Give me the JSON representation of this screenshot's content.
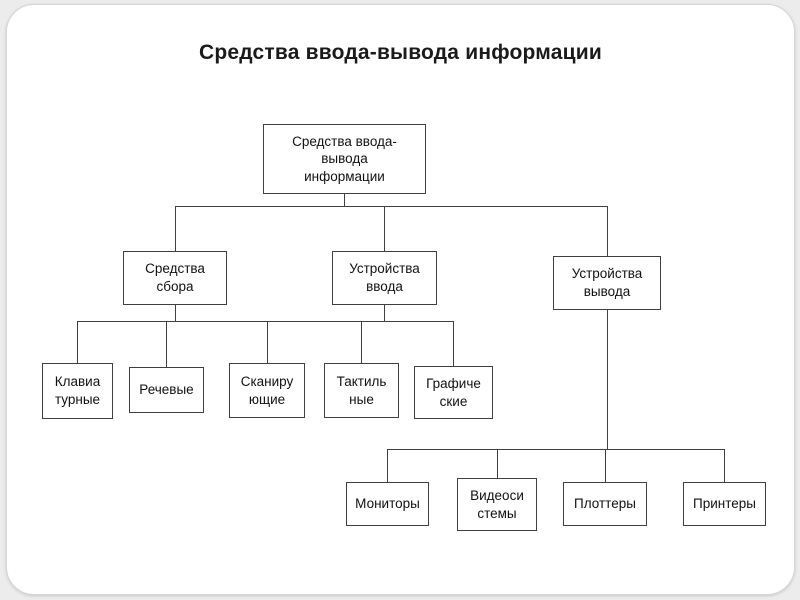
{
  "title": "Средства ввода-вывода информации",
  "diagram": {
    "root": {
      "label": "Средства ввода-\nвывода\nинформации"
    },
    "level2": [
      {
        "id": "collection-means",
        "label": "Средства\nсбора"
      },
      {
        "id": "input-devices",
        "label": "Устройства\nввода"
      },
      {
        "id": "output-devices",
        "label": "Устройства\nвывода"
      }
    ],
    "input_types": [
      {
        "id": "keyboard",
        "label": "Клавиа\nтурные"
      },
      {
        "id": "speech",
        "label": "Речевые"
      },
      {
        "id": "scanning",
        "label": "Сканиру\nющие"
      },
      {
        "id": "tactile",
        "label": "Тактиль\nные"
      },
      {
        "id": "graphic",
        "label": "Графиче\nские"
      }
    ],
    "output_types": [
      {
        "id": "monitors",
        "label": "Мониторы"
      },
      {
        "id": "video-systems",
        "label": "Видеоси\nстемы"
      },
      {
        "id": "plotters",
        "label": "Плоттеры"
      },
      {
        "id": "printers",
        "label": "Принтеры"
      }
    ]
  },
  "colors": {
    "border": "#3f3f3f",
    "text": "#111111",
    "background": "#ffffff"
  }
}
